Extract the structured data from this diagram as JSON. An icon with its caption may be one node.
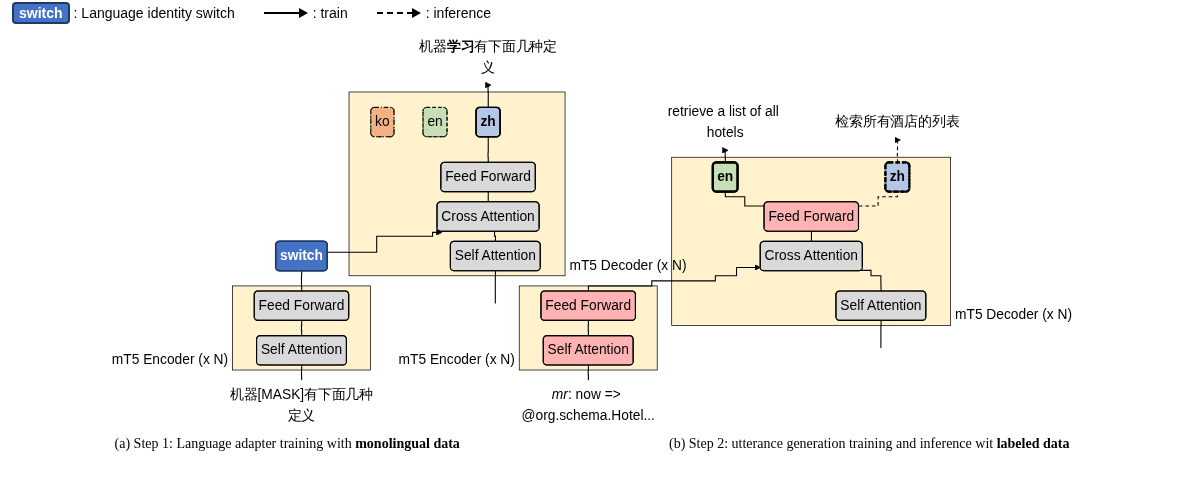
{
  "diagram": {
    "nodes": [
      {
        "text": [
          "mT5 Encoder (x N)"
        ]
      },
      {
        "text": [
          "Feed Forward"
        ],
        "in": 0
      },
      {
        "text": [
          "Self Attention"
        ],
        "in": 0
      },
      {
        "text": [
          "mT5 Decoder (x N)"
        ]
      },
      {
        "text": [
          "ko"
        ],
        "in": 3
      },
      {
        "text": [
          "en"
        ],
        "in": 3
      },
      {
        "text": [
          "zh"
        ],
        "in": 3
      },
      {
        "text": [
          "Feed Forward"
        ],
        "in": 3
      },
      {
        "text": [
          "Cross Attention"
        ],
        "in": 3
      },
      {
        "text": [
          "Self Attention"
        ],
        "in": 3
      },
      {
        "text": [
          "switch"
        ]
      },
      {
        "text": [
          "机器[MASK]有下面几种定义"
        ]
      },
      {
        "text": [
          "机器**学习**有下面几种定义"
        ]
      },
      {
        "text": [
          "mT5 Encoder (x N)"
        ]
      },
      {
        "text": [
          "Feed Forward"
        ],
        "in": 13
      },
      {
        "text": [
          "Self Attention"
        ],
        "in": 13
      },
      {
        "text": [
          "mT5 Decoder (x N)"
        ]
      },
      {
        "text": [
          "en"
        ],
        "in": 16
      },
      {
        "text": [
          "zh"
        ],
        "in": 16
      },
      {
        "text": [
          "Feed Forward"
        ],
        "in": 16
      },
      {
        "text": [
          "Cross Attention"
        ],
        "in": 16
      },
      {
        "text": [
          "Self Attention"
        ],
        "in": 16
      },
      {
        "text": [
          "*mr*: now => @org.schema.Hotel..."
        ]
      },
      {
        "text": [
          "retrieve a list of all hotels"
        ]
      },
      {
        "text": [
          "检索所有酒店的列表"
        ]
      }
    ],
    "edges": [
      {
        "from": 11,
        "to": 2,
        "arrow": "none"
      },
      {
        "from": 2,
        "to": 1,
        "arrow": "none"
      },
      {
        "from": 1,
        "to": 10,
        "arrow": "none"
      },
      {
        "from": 10,
        "to": 8,
        "arrow": "to"
      },
      {
        "from": null,
        "to": 9,
        "arrow": "none"
      },
      {
        "from": 9,
        "to": 8,
        "arrow": "none"
      },
      {
        "from": 8,
        "to": 7,
        "arrow": "none"
      },
      {
        "from": 7,
        "to": 6,
        "arrow": "none"
      },
      {
        "from": 6,
        "to": 12,
        "arrow": "to"
      },
      {
        "from": 22,
        "to": 15,
        "arrow": "none"
      },
      {
        "from": 15,
        "to": 14,
        "arrow": "none"
      },
      {
        "from": 14,
        "to": 20,
        "arrow": "to"
      },
      {
        "from": null,
        "to": 21,
        "arrow": "none"
      },
      {
        "from": 21,
        "to": 20,
        "arrow": "none"
      },
      {
        "from": 20,
        "to": 19,
        "arrow": "none"
      },
      {
        "from": 19,
        "to": 17,
        "arrow": "none"
      },
      {
        "from": 19,
        "to": 18,
        "arrow": "none",
        "style": "dashed"
      },
      {
        "from": 17,
        "to": 23,
        "arrow": "to"
      },
      {
        "from": 18,
        "to": 24,
        "arrow": "to",
        "style": "dashed"
      }
    ],
    "labels": [
      "switch",
      "(a) Step 1: Language adapter training with **monolingual data**",
      "(b) Step 2: utterance generation training and inference wit **labeled data**"
    ],
    "legend": [
      {
        "text": ": Language identity switch",
        "color": "#4472c4"
      },
      {
        "text": ": train"
      },
      {
        "text": ": inference"
      }
    ]
  }
}
